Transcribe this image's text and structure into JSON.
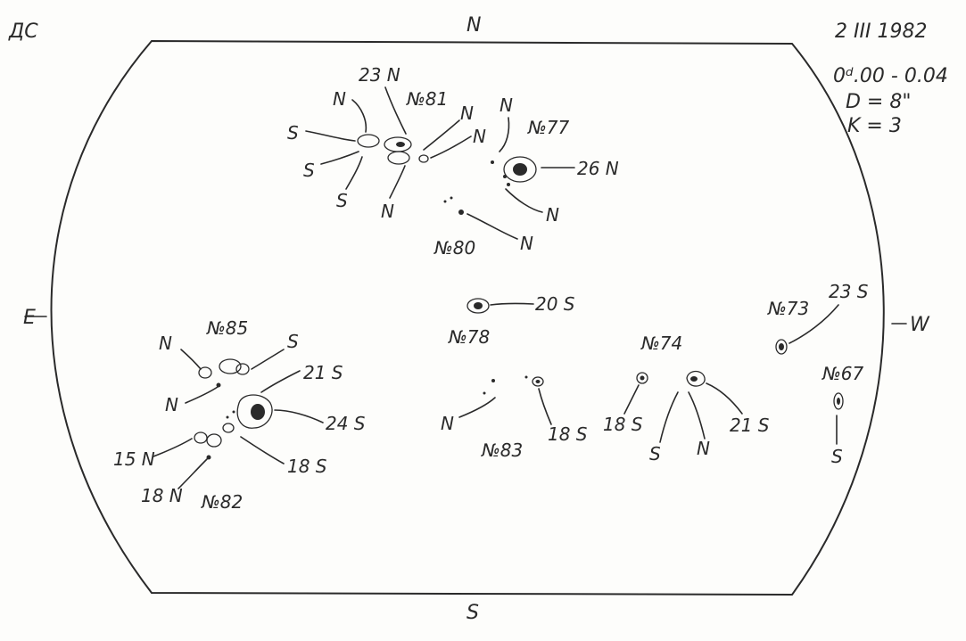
{
  "header": {
    "observatory": "ДС",
    "date": "2 III 1982",
    "time": "0ᵈ.00 - 0.04",
    "diameter": "D = 8\"",
    "k_value": "K = 3"
  },
  "compass": {
    "north": "N",
    "south": "S",
    "east": "E",
    "west": "W"
  },
  "groups": {
    "g81": {
      "id": "№81",
      "labels": [
        "23 N",
        "N",
        "S",
        "S",
        "S",
        "N",
        "N",
        "N"
      ]
    },
    "g77": {
      "id": "№77",
      "labels": [
        "N",
        "26 N",
        "N"
      ]
    },
    "g80": {
      "id": "№80",
      "labels": [
        "N"
      ]
    },
    "g78": {
      "id": "№78",
      "labels": [
        "20 S"
      ]
    },
    "g73": {
      "id": "№73",
      "labels": [
        "23 S"
      ]
    },
    "g85": {
      "id": "№85",
      "labels": [
        "N",
        "S",
        "N"
      ]
    },
    "g82": {
      "id": "№82",
      "labels": [
        "21 S",
        "24 S",
        "15 N",
        "18 S",
        "18 N"
      ]
    },
    "g74": {
      "id": "№74",
      "labels": [
        "18 S",
        "S",
        "N",
        "21 S"
      ]
    },
    "g83": {
      "id": "№83",
      "labels": [
        "N",
        "18 S"
      ]
    },
    "g67": {
      "id": "№67",
      "labels": [
        "S"
      ]
    }
  }
}
